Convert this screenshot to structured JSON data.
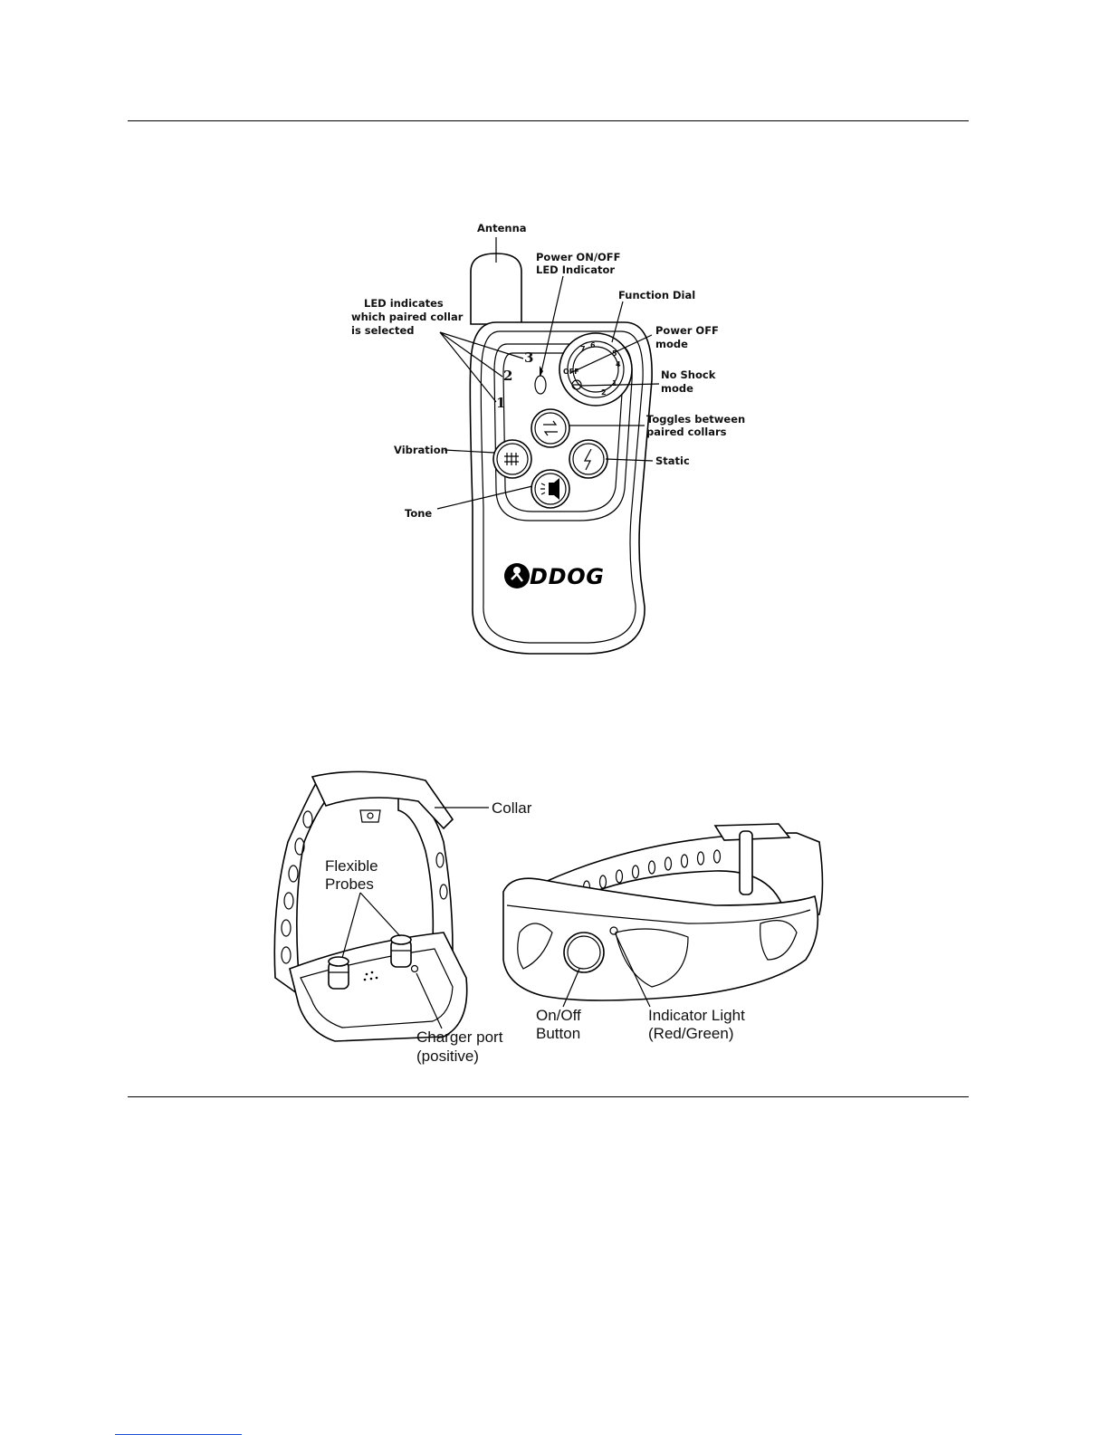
{
  "remote": {
    "labels": {
      "antenna": "Antenna",
      "power_led_1": "Power ON/OFF",
      "power_led_2": "LED Indicator",
      "function_dial": "Function Dial",
      "led_collar_1": "LED indicates",
      "led_collar_2": "which paired collar",
      "led_collar_3": "is selected",
      "power_off_1": "Power OFF",
      "power_off_2": "mode",
      "no_shock_1": "No Shock",
      "no_shock_2": "mode",
      "toggle_1": "Toggles between",
      "toggle_2": "paired collars",
      "vibration": "Vibration",
      "static": "Static",
      "tone": "Tone"
    },
    "led_numbers": [
      "1",
      "2",
      "3"
    ],
    "dial_off": "OFF",
    "dial_numbers": [
      "1",
      "2",
      "3",
      "4",
      "5",
      "6",
      "7"
    ],
    "logo_text": "DDOG"
  },
  "collar": {
    "labels": {
      "collar": "Collar",
      "probes_1": "Flexible",
      "probes_2": "Probes",
      "charger_1": "Charger port",
      "charger_2": "(positive)",
      "onoff_1": "On/Off",
      "onoff_2": "Button",
      "indicator_1": "Indicator Light",
      "indicator_2": "(Red/Green)"
    }
  },
  "colors": {
    "footnote_rule": "#1a4fd6"
  }
}
